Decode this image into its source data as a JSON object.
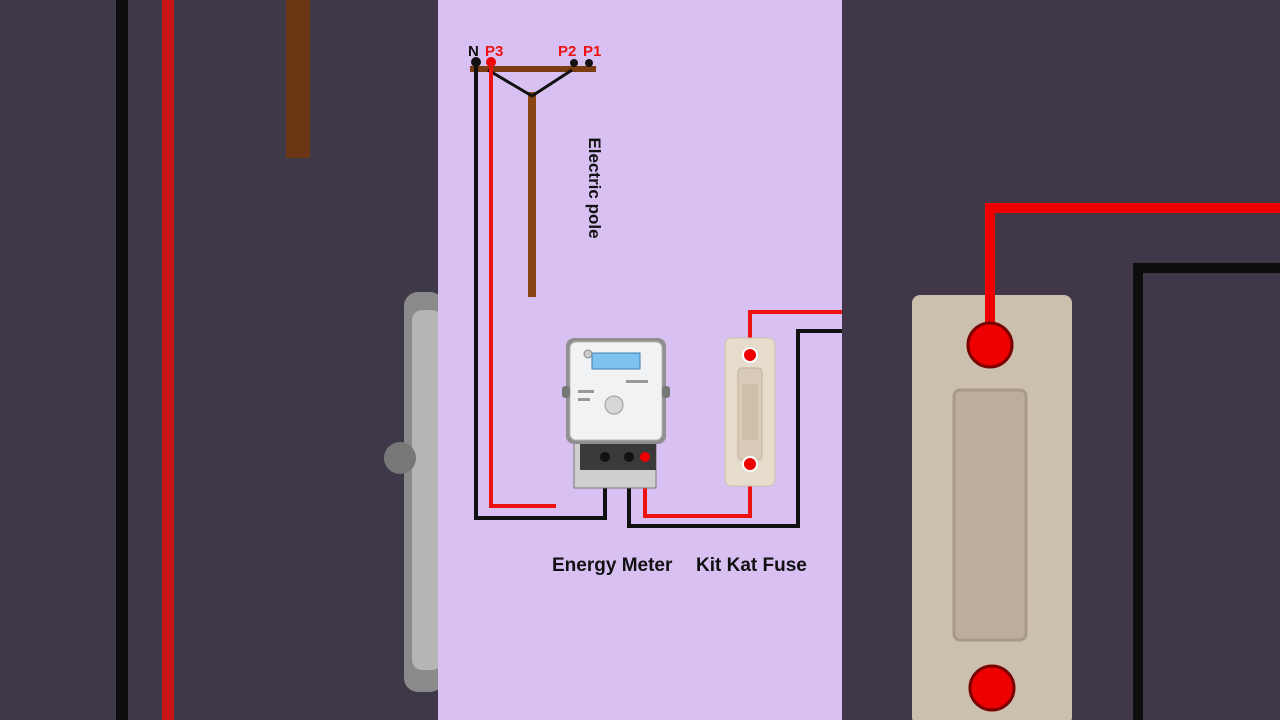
{
  "diagram": {
    "terminals": {
      "neutral": "N",
      "p3": "P3",
      "p2": "P2",
      "p1": "P1"
    },
    "pole_label": "Electric pole",
    "meter_label": "Energy Meter",
    "fuse_label": "Kit Kat Fuse"
  },
  "colors": {
    "panel_bg": "#d8c0f2",
    "side_bg": "#403849",
    "phase_wire": "#ee1111",
    "neutral_wire": "#111111",
    "pole": "#8b4513",
    "fuse_body": "#e6dccb"
  }
}
